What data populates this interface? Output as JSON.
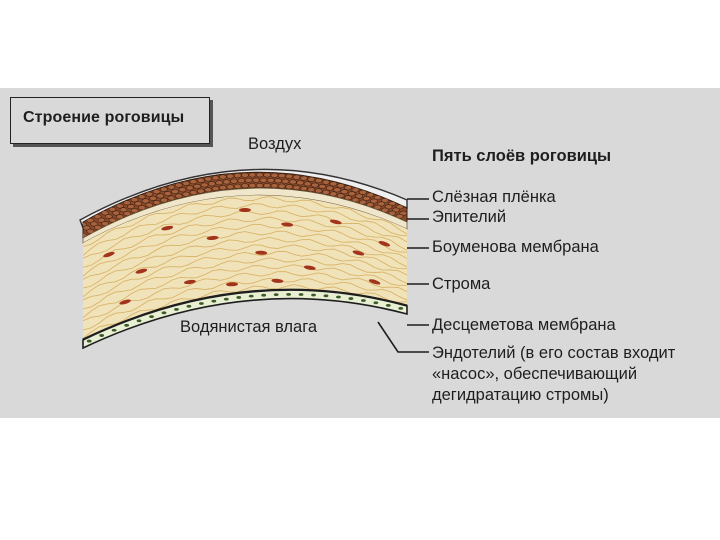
{
  "title": "Строение роговицы",
  "heading": "Пять слоёв роговицы",
  "labels": {
    "air": "Воздух",
    "aqueous": "Водянистая влага"
  },
  "layers": [
    {
      "label": "Слёзная плёнка"
    },
    {
      "label": "Эпителий"
    },
    {
      "label": "Боуменова мембрана"
    },
    {
      "label": "Строма"
    },
    {
      "label": "Десцеметова мембрана"
    },
    {
      "label_lines": [
        "Эндотелий (в его состав входит",
        "«насос», обеспечивающий",
        "дегидратацию стромы)"
      ]
    }
  ],
  "colors": {
    "background_panel": "#d9d9d9",
    "tear_film": "#efefef",
    "epithelium": "#8b4a2b",
    "bowman": "#efe6cc",
    "stroma": "#f1e3b9",
    "stroma_fibers": "#d9b46a",
    "stroma_cells": "#a3341c",
    "descemet": "#1e1e1e",
    "endothelium": "#e8efd2"
  }
}
